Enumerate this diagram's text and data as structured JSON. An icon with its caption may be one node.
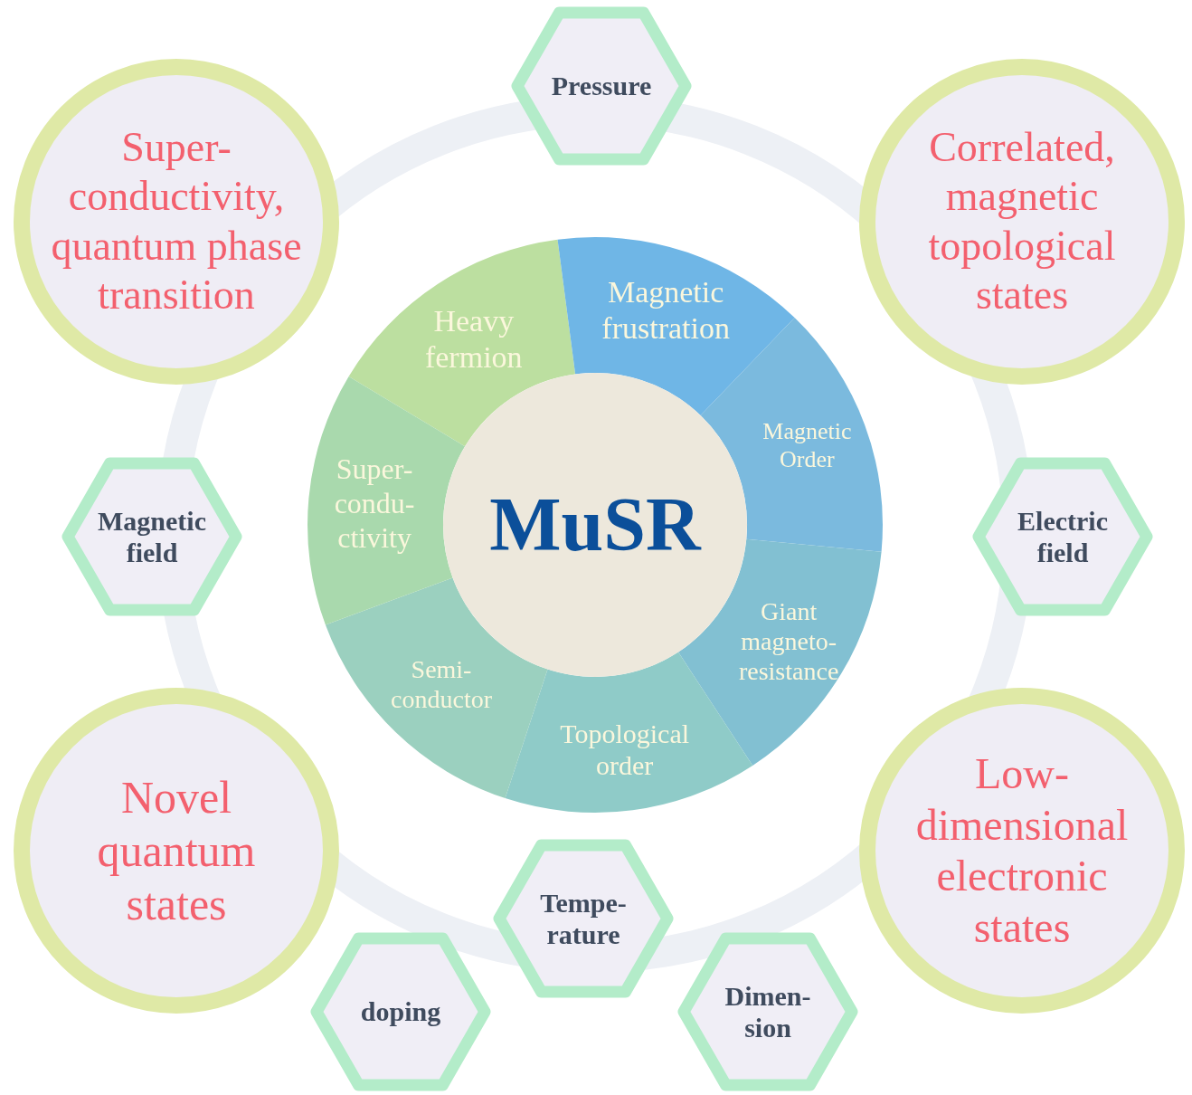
{
  "diagram": {
    "nodes": [
      {
        "text": [
          "Super- conductivity, quantum phase transition"
        ]
      },
      {
        "text": [
          "Pressure"
        ]
      },
      {
        "text": [
          "Correlated, magnetic topological states"
        ]
      },
      {
        "text": [
          "Heavy fermion"
        ]
      },
      {
        "text": [
          "Magnetic frustration"
        ]
      },
      {
        "text": [
          "MuSR"
        ]
      },
      {
        "text": [
          "Magnetic Order"
        ]
      },
      {
        "text": [
          "Super- condu- ctivity"
        ]
      },
      {
        "text": [
          "Magnetic field"
        ]
      },
      {
        "text": [
          "Electric field"
        ]
      },
      {
        "text": [
          "Giant magneto- resistance"
        ]
      },
      {
        "text": [
          "Semi- conductor"
        ]
      },
      {
        "text": [
          "Topological order"
        ]
      },
      {
        "text": [
          "Novel quantum states"
        ]
      },
      {
        "text": [
          "Low- dimensional electronic states"
        ]
      },
      {
        "text": [
          "Tempe- rature"
        ]
      },
      {
        "text": [
          "doping"
        ]
      },
      {
        "text": [
          "Dimen- sion"
        ]
      }
    ]
  }
}
